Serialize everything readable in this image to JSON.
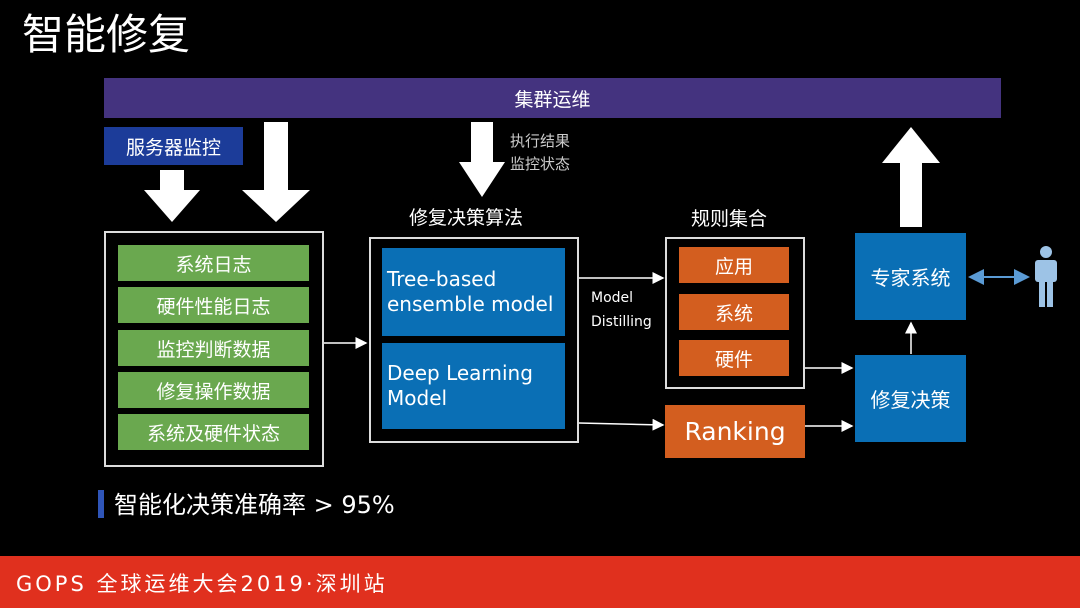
{
  "title": "智能修复",
  "cluster_ops": "集群运维",
  "server_monitor": "服务器监控",
  "exec_result": [
    "执行结果",
    "监控状态"
  ],
  "data_sources": [
    "系统日志",
    "硬件性能日志",
    "监控判断数据",
    "修复操作数据",
    "系统及硬件状态"
  ],
  "algorithm": {
    "label": "修复决策算法",
    "models": [
      "Tree-based ensemble model",
      "Deep Learning Model"
    ]
  },
  "distilling": [
    "Model",
    "Distilling"
  ],
  "rules": {
    "label": "规则集合",
    "items": [
      "应用",
      "系统",
      "硬件"
    ]
  },
  "ranking": "Ranking",
  "expert_system": "专家系统",
  "repair_decision": "修复决策",
  "accuracy": "智能化决策准确率  > 95%",
  "footer": "GOPS 全球运维大会2019·深圳站",
  "colors": {
    "purple": "#44337f",
    "navy": "#1c3c99",
    "green": "#6aa84f",
    "blue": "#0a6fb5",
    "orange": "#d35e1f",
    "footer": "#e0301e"
  }
}
